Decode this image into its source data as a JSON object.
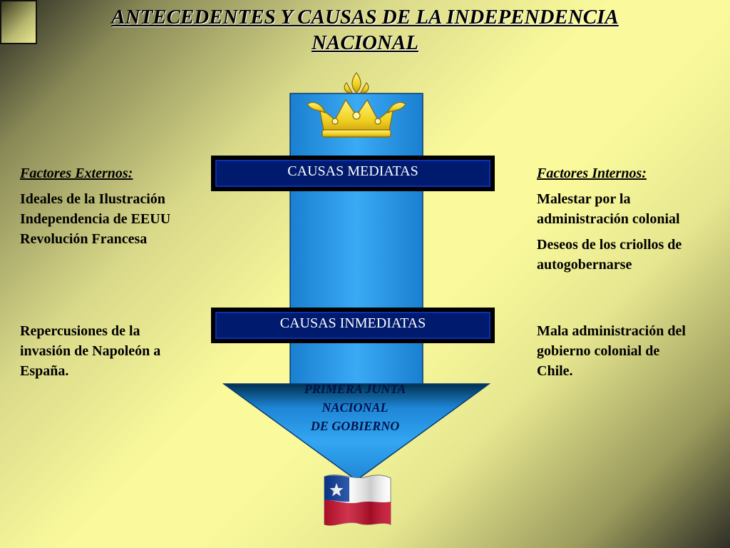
{
  "title": {
    "line1": "ANTECEDENTES Y CAUSAS DE LA INDEPENDENCIA",
    "line2": "NACIONAL"
  },
  "bands": {
    "mediatas": "CAUSAS MEDIATAS",
    "inmediatas": "CAUSAS INMEDIATAS"
  },
  "arrow_tip": {
    "line1": "PRIMERA JUNTA",
    "line2": "NACIONAL",
    "line3": "DE GOBIERNO"
  },
  "left": {
    "header": "Factores Externos:",
    "items": [
      "Ideales de la Ilustración",
      "Independencia de EEUU",
      "Revolución Francesa"
    ],
    "inmediata_lines": [
      "Repercusiones de la",
      "invasión de Napoleón a",
      "España."
    ]
  },
  "right": {
    "header": "Factores Internos:",
    "item1_lines": [
      "Malestar por la",
      "administración colonial"
    ],
    "item2_lines": [
      "Deseos de los criollos de",
      "autogobernarse"
    ],
    "inmediata_lines": [
      "Mala administración del",
      "gobierno colonial de",
      "Chile."
    ]
  },
  "icons": [
    "crown-icon",
    "chile-flag-icon"
  ],
  "colors": {
    "arrow_light": "#33a6f2",
    "arrow_dark": "#003a6a",
    "band_fill": "#001a6e",
    "crown": "#f0d020"
  }
}
